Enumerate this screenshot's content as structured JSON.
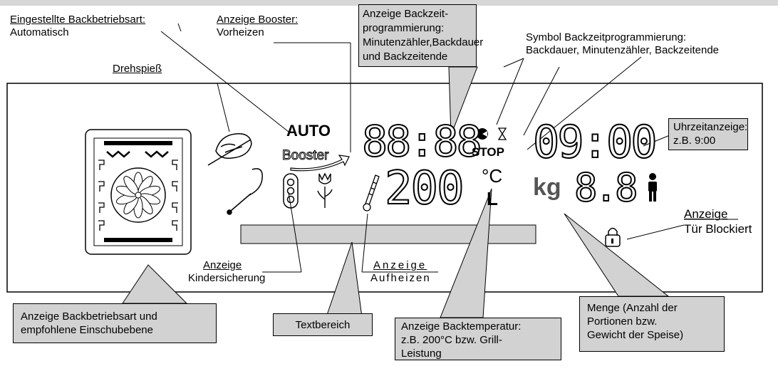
{
  "labels": {
    "backbetriebsart_title": "Eingestellte Backbetriebsart:",
    "backbetriebsart_value": "Automatisch",
    "booster_title": "Anzeige Booster:",
    "booster_value": "Vorheizen",
    "drehspiess": "Drehspieß",
    "backzeit_prog": "Anzeige Backzeit-\nprogrammierung:\nMinutenzähler,Backdauer\nund Backzeitende",
    "symbol_title": "Symbol Backzeitprogrammierung:",
    "symbol_value": "Backdauer, Minutenzähler, Backzeitende",
    "uhrzeit": "Uhrzeitanzeige:\nz.B. 9:00",
    "tuer_title": "Anzeige",
    "tuer_value": "Tür Blockiert",
    "kinder_title": "Anzeige",
    "kinder_value": "Kindersicherung",
    "aufheizen_title": "Anzeige",
    "aufheizen_value": "Aufheizen",
    "backbetrieb_box": "Anzeige Backbetriebsart und\nempfohlene Einschubebene",
    "textbereich": "Textbereich",
    "backtemp": "Anzeige Backtemperatur:\nz.B. 200°C bzw. Grill-\nLeistung",
    "menge": "Menge (Anzahl der\nPortionen bzw.\nGewicht der Speise)"
  },
  "display": {
    "auto": "AUTO",
    "booster": "Booster",
    "timer_digits": "88:88",
    "stop": "STOP",
    "clock_digits": "09:00",
    "temp_digits": "200",
    "unit_c": "°C",
    "unit_l": "L",
    "kg": "kg",
    "weight_digits": "8.8"
  },
  "colors": {
    "callout_fill": "#d2d2d2",
    "lcd_text": "#000000"
  }
}
